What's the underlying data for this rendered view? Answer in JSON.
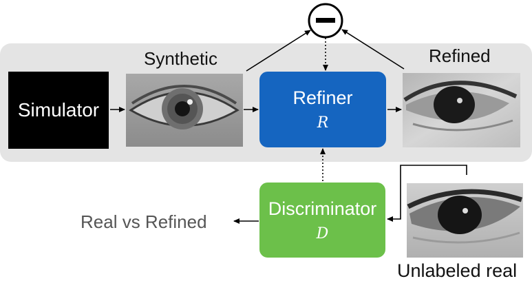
{
  "labels": {
    "simulator": "Simulator",
    "synthetic": "Synthetic",
    "refined": "Refined",
    "refiner_title": "Refiner",
    "refiner_symbol": "R",
    "discriminator_title": "Discriminator",
    "discriminator_symbol": "D",
    "real_vs_refined": "Real vs Refined",
    "unlabeled_real": "Unlabeled real"
  },
  "colors": {
    "refiner": "#1565c0",
    "discriminator": "#6cc04a",
    "band": "#e4e4e4"
  },
  "icons": {
    "minus": "minus-circle-icon"
  }
}
